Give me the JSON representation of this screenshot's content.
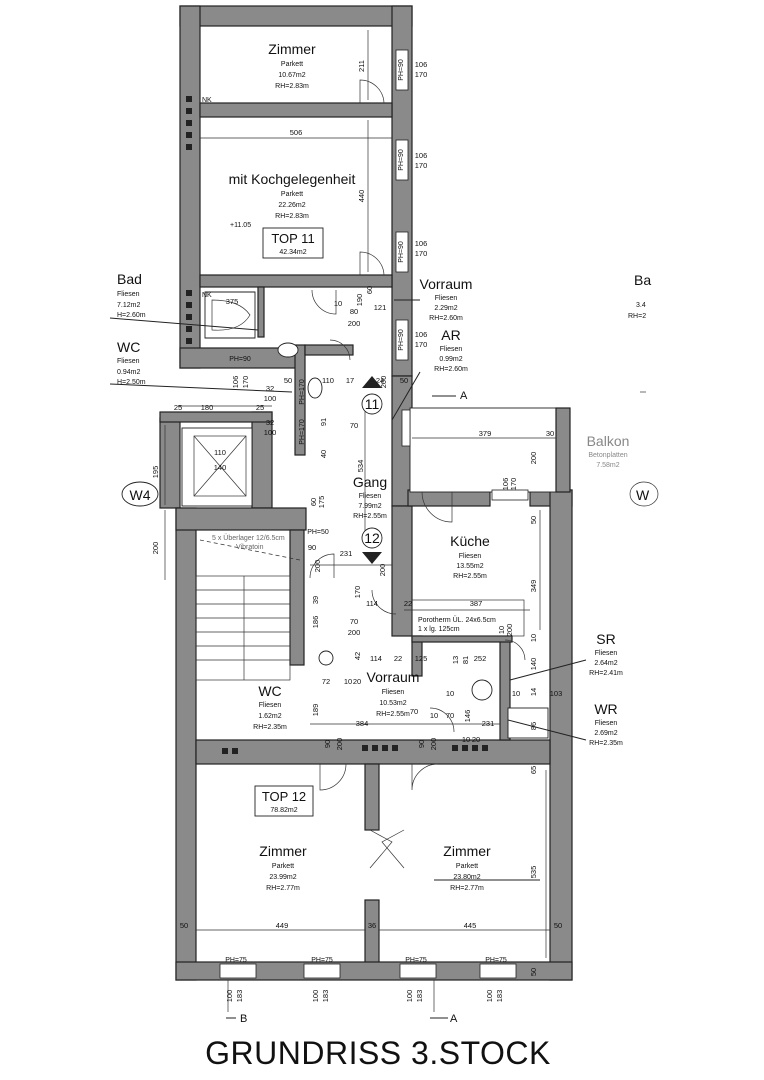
{
  "title": "GRUNDRISS 3.STOCK",
  "units": [
    {
      "label": "TOP 11",
      "area": "42.34m2"
    },
    {
      "label": "TOP 12",
      "area": "78.82m2"
    }
  ],
  "rooms": {
    "zimmer_top": {
      "name": "Zimmer",
      "floor": "Parkett",
      "area": "10.67m2",
      "height": "RH=2.83m"
    },
    "kochgelegenheit": {
      "name": "mit Kochgelegenheit",
      "floor": "Parkett",
      "area": "22.26m2",
      "height": "RH=2.83m"
    },
    "bad": {
      "name": "Bad",
      "floor": "Fliesen",
      "area": "7.12m2",
      "height": "H=2.60m"
    },
    "wc_top": {
      "name": "WC",
      "floor": "Fliesen",
      "area": "0.94m2",
      "height": "H=2.50m"
    },
    "vorraum_top": {
      "name": "Vorraum",
      "floor": "Fliesen",
      "area": "2.29m2",
      "height": "RH=2.60m"
    },
    "ar": {
      "name": "AR",
      "floor": "Fliesen",
      "area": "0.99m2",
      "height": "RH=2.60m"
    },
    "gang": {
      "name": "Gang",
      "floor": "Fliesen",
      "area": "7.99m2",
      "height": "RH=2.55m"
    },
    "kueche": {
      "name": "Küche",
      "floor": "Fliesen",
      "area": "13.55m2",
      "height": "RH=2.55m"
    },
    "balkon": {
      "name": "Balkon",
      "floor": "Betonplatten",
      "area": "7.58m2"
    },
    "sr": {
      "name": "SR",
      "floor": "Fliesen",
      "area": "2.64m2",
      "height": "RH=2.41m"
    },
    "wr": {
      "name": "WR",
      "floor": "Fliesen",
      "area": "2.69m2",
      "height": "RH=2.35m"
    },
    "wc_mid": {
      "name": "WC",
      "floor": "Fliesen",
      "area": "1.62m2",
      "height": "RH=2.35m"
    },
    "vorraum_mid": {
      "name": "Vorraum",
      "floor": "Fliesen",
      "area": "10.53m2",
      "height": "RH=2.55m"
    },
    "zimmer_left": {
      "name": "Zimmer",
      "floor": "Parkett",
      "area": "23.99m2",
      "height": "RH=2.77m"
    },
    "zimmer_right": {
      "name": "Zimmer",
      "floor": "Parkett",
      "area": "23.80m2",
      "height": "RH=2.77m"
    }
  },
  "markers": {
    "circle_11": "11",
    "circle_12": "12",
    "w4": "W4",
    "section_a1": "A",
    "section_a2": "A",
    "section_b": "B",
    "nk1": "NK",
    "nk2": "NK",
    "level": "+11.05",
    "stairs_note_1": "5 x Überlager 12/6.5cm",
    "stairs_note_2": "Vibratoin",
    "porotherm_1": "Porotherm ÜL. 24x6.5cm",
    "porotherm_2": "1 x lg. 125cm",
    "partial_ba": "Ba",
    "partial_ba_sub": "3.4",
    "partial_rh": "RH=2",
    "partial_w": "W"
  },
  "dimensions": {
    "d506": "506",
    "d211": "211",
    "d440": "440",
    "d375": "375",
    "d121": "121",
    "d200a": "200",
    "d80": "80",
    "d10a": "10",
    "d190": "190",
    "d60": "60",
    "d106a": "106",
    "d170a": "170",
    "d106b": "106",
    "d170b": "170",
    "d106c": "106",
    "d170c": "170",
    "d106d": "106",
    "d170d": "170",
    "d106e": "106",
    "d170e": "170",
    "ph90a": "PH=90",
    "ph90b": "PH=90",
    "ph90c": "PH=90",
    "ph90d": "PH=90",
    "ph90e": "PH=90",
    "d32a": "32",
    "d100a": "100",
    "d32b": "32",
    "d100b": "100",
    "d50a": "50",
    "d110a": "110",
    "d17": "17",
    "d24": "24",
    "d50b": "50",
    "ph170a": "PH=170",
    "ph170b": "PH=170",
    "d91": "91",
    "d70a": "70",
    "d40": "40",
    "d534": "534",
    "d25a": "25",
    "d180": "180",
    "d25b": "25",
    "d195": "195",
    "d140": "140",
    "d200b": "200",
    "d110b": "110",
    "d379": "379",
    "d30": "30",
    "d200c": "200",
    "d106f": "106",
    "d170f": "170",
    "d50c": "50",
    "d60b": "60",
    "d175": "175",
    "ph50": "PH=50",
    "d231a": "231",
    "d90a": "90",
    "d200d": "200",
    "d200e": "200",
    "d22a": "22",
    "d387": "387",
    "d349": "349",
    "d170g": "170",
    "d114a": "114",
    "d114b": "114",
    "d39": "39",
    "d186": "186",
    "d70b": "70",
    "d200f": "200",
    "d42": "42",
    "d22b": "22",
    "d125": "125",
    "d13": "13",
    "d81": "81",
    "d252": "252",
    "d10b": "10",
    "d140b": "140",
    "d200g": "200",
    "d10c": "10",
    "d72": "72",
    "d10d": "10",
    "d20a": "20",
    "d189": "189",
    "d384": "384",
    "d10e": "10",
    "d70c": "70",
    "d146": "146",
    "d10f": "10",
    "d231b": "231",
    "d14": "14",
    "d103": "103",
    "d86": "86",
    "d10g": "10",
    "d90b": "90",
    "d200h": "200",
    "d90c": "90",
    "d200i": "200",
    "d65": "65",
    "d535": "535",
    "d50d": "50",
    "d449": "449",
    "d36": "36",
    "d445": "445",
    "d50e": "50",
    "d50f": "50",
    "ph75a": "PH=75",
    "ph75b": "PH=75",
    "ph75c": "PH=75",
    "ph75d": "PH=75",
    "d100c": "100",
    "d183a": "183",
    "d100d": "100",
    "d183b": "183",
    "d100e": "100",
    "d183c": "183",
    "d100f": "100",
    "d183d": "183",
    "d200j": "200",
    "d70d": "70",
    "d10h": "10",
    "d20b": "20"
  }
}
